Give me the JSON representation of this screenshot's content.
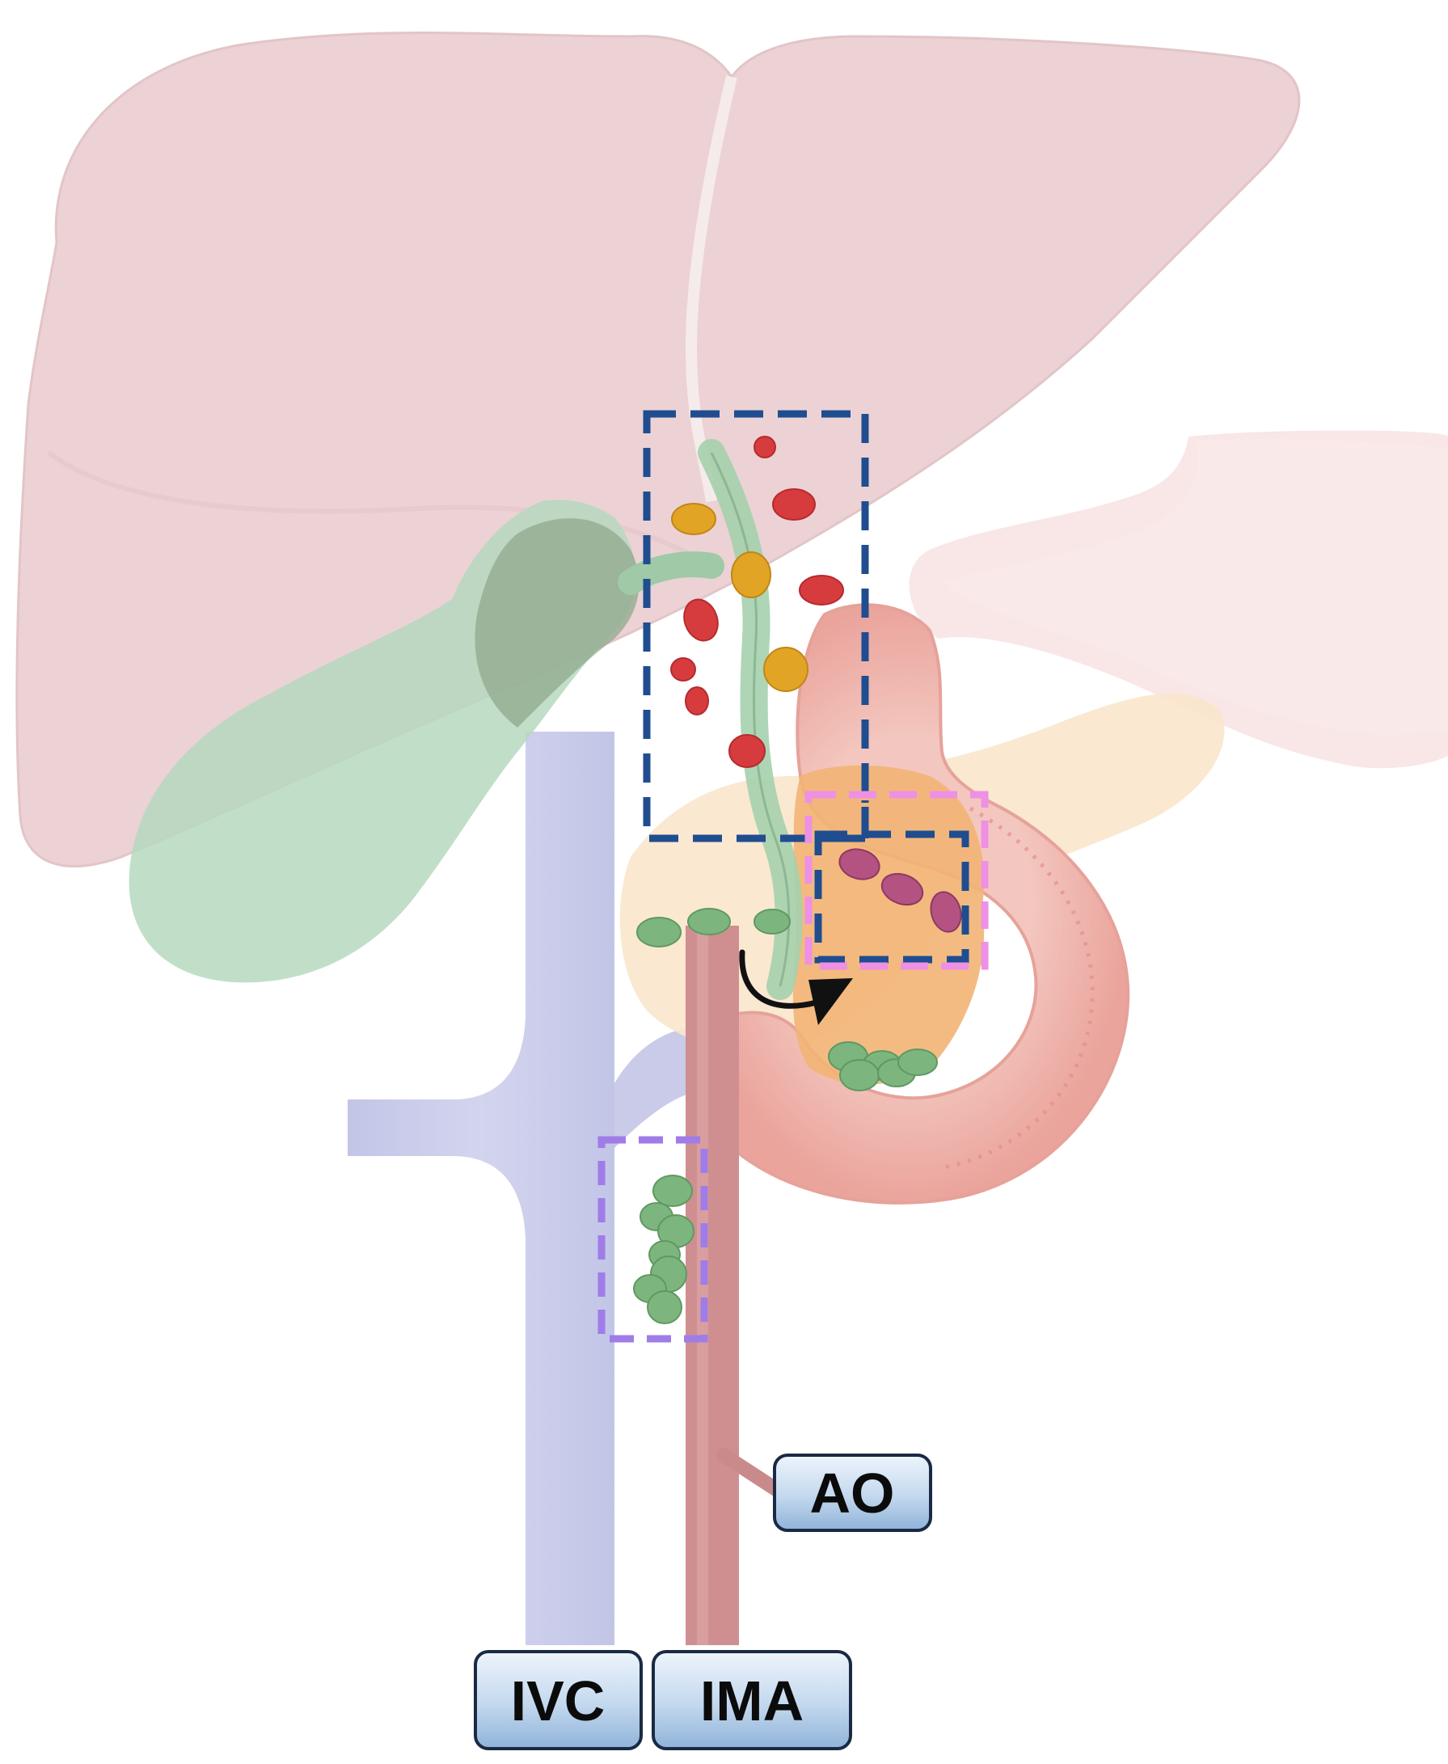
{
  "labels": {
    "ivc": "IVC",
    "ima": "IMA",
    "ao": "AO"
  },
  "colors": {
    "liver": "#ecd2d4",
    "liver_edge": "#dcbcbf",
    "gallbladder": "#b5d9bf",
    "gallbladder_dark": "#7f9b80",
    "stomach": "#f6dedd",
    "duodenum": "#f0b3aa",
    "duodenum_ring": "#e79b93",
    "pancreas": "#fae7cf",
    "pancreas_head": "#f2b272",
    "ivc": "#c9cbe8",
    "aorta": "#cf8f91",
    "cell_red": "#d83a3c",
    "cell_yellow": "#e0a222",
    "cell_green": "#7db57f",
    "cell_magenta": "#b3507e",
    "box_blue": "#1f4d8f",
    "box_pink": "#ee8fe4",
    "box_purple": "#9f7ae6",
    "label_fill_top": "#e9f2fb",
    "label_fill_bottom": "#9fc0e1",
    "label_border": "#1a2a44"
  }
}
